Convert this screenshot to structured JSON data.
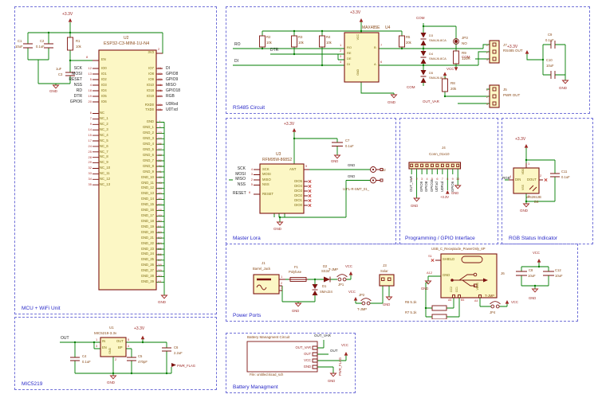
{
  "palette": {
    "wire": "#007c00",
    "symbol": "#7d1310",
    "fill": "#fcf7c5",
    "power": "#9c2622",
    "pin_number": "#b03028",
    "pin_name": "#7c6a10",
    "section_border": "#7070d8",
    "section_label": "#2a2ac8"
  },
  "sections": {
    "mcu": {
      "label": "MCU + WiFi Unit",
      "power": {
        "v33": "+3.3V",
        "gnd_left": "GND",
        "gnd_bottom": "GND"
      },
      "c1": {
        "ref": "C1",
        "value": "10uF"
      },
      "c2": {
        "ref": "C2",
        "value": "0.1uF"
      },
      "r1": {
        "ref": "R1",
        "value": "10k"
      },
      "c3": {
        "ref": "C3",
        "value": "1uF"
      },
      "u2": {
        "ref": "U2",
        "value": "ESP32-C3-MINI-1U-N4"
      },
      "en": {
        "name": "EN",
        "num": "8"
      },
      "v3": {
        "name": "3V3",
        "num": "2"
      },
      "left_pins": [
        {
          "net": "SCK",
          "num": "12",
          "io": "IO0"
        },
        {
          "net": "MOSI",
          "num": "13",
          "io": "IO1"
        },
        {
          "net": "RESET",
          "num": "5",
          "io": "IO2"
        },
        {
          "net": "NSS",
          "num": "4",
          "io": "IO3"
        },
        {
          "net": "RD",
          "num": "18",
          "io": "IO4"
        },
        {
          "net": "DTR",
          "num": "19",
          "io": "IO5"
        },
        {
          "net": "GPIO6",
          "num": "20",
          "io": "IO6"
        }
      ],
      "right_pins": [
        {
          "io": "IO7",
          "num": "21",
          "net": "DI"
        },
        {
          "io": "IO8",
          "num": "22",
          "net": "GPIO8"
        },
        {
          "io": "IO9",
          "num": "23",
          "net": "GPIO9"
        },
        {
          "io": "IO10",
          "num": "16",
          "net": "MISO"
        },
        {
          "io": "IO18",
          "num": "26",
          "net": "GPIO18"
        },
        {
          "io": "IO19",
          "num": "27",
          "net": "RGB"
        }
      ],
      "uart_pins": [
        {
          "io": "RXD0",
          "num": "30",
          "net": "U0Rxd"
        },
        {
          "io": "TXD0",
          "num": "31",
          "net": "U0Txd"
        }
      ],
      "nc_pins": [
        {
          "num": "6",
          "name": "NC"
        },
        {
          "num": "7",
          "name": "NC_1"
        },
        {
          "num": "9",
          "name": "NC_2"
        },
        {
          "num": "14",
          "name": "NC_3"
        },
        {
          "num": "15",
          "name": "NC_4"
        },
        {
          "num": "17",
          "name": "NC_5"
        },
        {
          "num": "24",
          "name": "NC_6"
        },
        {
          "num": "25",
          "name": "NC_7"
        },
        {
          "num": "28",
          "name": "NC_8"
        },
        {
          "num": "29",
          "name": "NC_9"
        },
        {
          "num": "32",
          "name": "NC_10"
        },
        {
          "num": "33",
          "name": "NC_11"
        },
        {
          "num": "34",
          "name": "NC_12"
        },
        {
          "num": "35",
          "name": "NC_13"
        }
      ],
      "gnd_pins": [
        {
          "name": "GND",
          "num": "1"
        },
        {
          "name": "GND_1",
          "num": "2"
        },
        {
          "name": "GND_2",
          "num": "13"
        },
        {
          "name": "GND_3",
          "num": "14"
        },
        {
          "name": "GND_4",
          "num": "36"
        },
        {
          "name": "GND_5",
          "num": "37"
        },
        {
          "name": "GND_6",
          "num": "38"
        },
        {
          "name": "GND_7",
          "num": "39"
        },
        {
          "name": "GND_8",
          "num": "40"
        },
        {
          "name": "GND_9",
          "num": "41"
        },
        {
          "name": "GND_10",
          "num": "42"
        },
        {
          "name": "GND_11",
          "num": "43"
        },
        {
          "name": "GND_12",
          "num": "44"
        },
        {
          "name": "GND_13",
          "num": "45"
        },
        {
          "name": "GND_14",
          "num": "46"
        },
        {
          "name": "GND_15",
          "num": "47"
        },
        {
          "name": "GND_16",
          "num": "48"
        },
        {
          "name": "GND_17",
          "num": "49"
        },
        {
          "name": "GND_18",
          "num": "50"
        },
        {
          "name": "GND_19",
          "num": "51"
        },
        {
          "name": "GND_20",
          "num": "52"
        },
        {
          "name": "GND_21",
          "num": "53"
        },
        {
          "name": "GND_22",
          "num": "54"
        },
        {
          "name": "GND_23",
          "num": "55"
        },
        {
          "name": "GND_24",
          "num": "56"
        },
        {
          "name": "GND_25",
          "num": "57"
        },
        {
          "name": "GND_26",
          "num": "58"
        },
        {
          "name": "GND_27",
          "num": "59"
        },
        {
          "name": "GND_28",
          "num": "60"
        },
        {
          "name": "GND_29",
          "num": "61"
        }
      ]
    },
    "rs485": {
      "label": "RS485 Circuit",
      "p33_top": "+3.3V",
      "p33_right": "+3.3V",
      "r2": {
        "ref": "R2",
        "value": "10k"
      },
      "r3": {
        "ref": "R3",
        "value": "10k"
      },
      "r4": {
        "ref": "R4",
        "value": "10k"
      },
      "r5": {
        "ref": "R5",
        "value": "20k"
      },
      "r8": {
        "ref": "R8",
        "value": "20k"
      },
      "r9": {
        "ref": "R9",
        "value": "120R"
      },
      "u4": {
        "value": "MAX485E",
        "ref": "U4",
        "n1": "1",
        "n2": "2",
        "n3": "3",
        "n4": "4",
        "n6": "6",
        "n7": "7",
        "p_ro": "RO",
        "p_re": "RE",
        "p_de": "DE",
        "p_di": "DI",
        "p_b": "B",
        "p_a": "A",
        "p_vcc": "VCC",
        "p_gnd": "GND"
      },
      "nets": {
        "ro": "RO",
        "dtr": "DTR",
        "di": "DI",
        "com_top": "COM",
        "com_bottom": "COM",
        "com_j7": "COM",
        "vcc": "VCC",
        "out_var": "OUT_VAR",
        "gnd": "GND",
        "gnd_right": "GND"
      },
      "d3": {
        "ref": "D3",
        "value": "SMAJ6.8CA"
      },
      "d4": {
        "ref": "D4",
        "value": "SMAJ6.8CA"
      },
      "d5": {
        "ref": "D5",
        "value": "SMAJ6.8CA"
      },
      "jp3": {
        "ref": "JP3",
        "value": "NO"
      },
      "j7": {
        "ref": "J7",
        "value": "RS485 OUT",
        "pins": [
          "1",
          "2",
          "3"
        ]
      },
      "j5": {
        "ref": "J5",
        "value": "PWR OUT",
        "pins": [
          "1",
          "2",
          "3"
        ]
      },
      "c9": {
        "ref": "C9",
        "value": "0.1uF"
      },
      "c10": {
        "ref": "C10",
        "value": "10uF"
      }
    },
    "lora": {
      "label": "Master Lora",
      "p33": "+3.3V",
      "gnd_c7": "GND",
      "gnd": "GND",
      "c7": {
        "ref": "C7",
        "value": "0.1uF"
      },
      "u3": {
        "ref": "U3",
        "value": "RFM95W-868S2"
      },
      "left_pins": [
        {
          "net": "SCK",
          "num": "4",
          "name": "SCK"
        },
        {
          "net": "MOSI",
          "num": "3",
          "name": "MOSI"
        },
        {
          "net": "MISO",
          "num": "2",
          "name": "MISO"
        },
        {
          "net": "NSS",
          "num": "5",
          "name": "NSS"
        }
      ],
      "reset": {
        "net": "RESET",
        "num": "6",
        "name": "RESET"
      },
      "ant": {
        "name": "ANT",
        "num": "9"
      },
      "dio": [
        "DIO5",
        "DIO4",
        "DIO3",
        "DIO2",
        "DIO1",
        "DIO0"
      ],
      "j2": {
        "ref": "J2",
        "value": "U.FL-R-SMT_01_",
        "gnd1": "GND",
        "gnd2": "GND"
      }
    },
    "gpio": {
      "label": "Programming / GPIO Interface",
      "j4": {
        "ref": "J4",
        "value": "Conn_01x10"
      },
      "pins": [
        {
          "num": "1",
          "label": "OUT_VAR"
        },
        {
          "num": "2",
          "label": ""
        },
        {
          "num": "3",
          "label": "GPIO9"
        },
        {
          "num": "4",
          "label": "GPIO8"
        },
        {
          "num": "5",
          "label": "GPIO18"
        },
        {
          "num": "6",
          "label": "U0Txd"
        },
        {
          "num": "7",
          "label": "U0Rxd"
        },
        {
          "num": "8",
          "label": ""
        },
        {
          "num": "9",
          "label": "GPIO6"
        },
        {
          "num": "10",
          "label": ""
        }
      ],
      "gnd2": "GND",
      "p33": "+3.3V",
      "gnd10": "GND"
    },
    "rgb": {
      "label": "RGB Status Indicator",
      "p33": "+3.3V",
      "gnd": "GND",
      "net_rgb": "RGB",
      "d6": {
        "ref": "D6",
        "value": "WS2812B",
        "din": "DIN",
        "dout": "DOUT",
        "vdd": "VDD",
        "vss": "VSS",
        "num_din": "4",
        "num_dout": "2",
        "num_vdd": "1",
        "num_vss": "3"
      },
      "c11": {
        "ref": "C11",
        "value": "0.1uF"
      }
    },
    "power": {
      "label": "Power Ports",
      "j1": {
        "ref": "J1",
        "value": "Barrel_Jack",
        "pins": [
          "1",
          "2",
          "3"
        ]
      },
      "f1": {
        "ref": "F1",
        "value": "Polyfuse"
      },
      "d1": {
        "ref": "D1",
        "value": "SMAJ24"
      },
      "d2": {
        "ref": "D2",
        "value": "SS34"
      },
      "jp1": {
        "ref": "JP1",
        "value": "T-JMP"
      },
      "jp2": {
        "ref": "JP2",
        "value": "T-JMP"
      },
      "jp4": {
        "ref": "JP4",
        "value": "T-JMP"
      },
      "j3": {
        "ref": "J3",
        "value": "Solar"
      },
      "j6": {
        "ref": "J6",
        "value": "USB_C_Receptacle_PowerOnly_6P",
        "shield": "SHIELD",
        "gnd": "GND",
        "s1": "S1",
        "a12": "A12",
        "cc2": "CC2",
        "cc1": "CC1",
        "vbus": "VBUS",
        "a5": "A5",
        "b5": "B5",
        "a4": "A4"
      },
      "r6": "R6 5.1k",
      "r7": "R7 5.1k",
      "c8": {
        "ref": "C8",
        "value": "10uF"
      },
      "c12": {
        "ref": "C12",
        "value": "10uF"
      },
      "vcc1": "VCC",
      "vcc2": "VCC",
      "vcc3": "VCC",
      "vcc4": "VCC",
      "gnd1": "GND",
      "gnd2": "GND",
      "gnd3": "GND",
      "gnd4": "GND"
    },
    "battery": {
      "label": "Battery Managment",
      "sheet_title": "Battery Managment Circuit",
      "sheet_file": "File: untitled.kicad_sch",
      "pins": [
        "OUT_VAR",
        "OUT",
        "VCC",
        "GND"
      ],
      "net_out_var": "OUT_VAR",
      "net_out": "OUT",
      "vcc": "VCC",
      "gnd": "GND",
      "pwr_flag": "PWR_FLAG"
    },
    "mic": {
      "label": "MIC5219",
      "u1": {
        "ref": "U1",
        "value": "MIC5219-3.3v",
        "p_in": "IN",
        "p_en": "EN",
        "p_out": "OUT",
        "p_bp": "BP",
        "p_gnd": "GND",
        "n_in": "1",
        "n_en": "3",
        "n_out": "5",
        "n_bp": "4",
        "n_gnd": "2"
      },
      "net_out": "OUT",
      "p33": "+3.3V",
      "c4": {
        "ref": "C4",
        "value": "0.1uF"
      },
      "c5": {
        "ref": "C5",
        "value": "470pF"
      },
      "c6": {
        "ref": "C6",
        "value": "2.2uF"
      },
      "pwr_flag": "PWR_FLAG",
      "gnd": "GND"
    }
  }
}
